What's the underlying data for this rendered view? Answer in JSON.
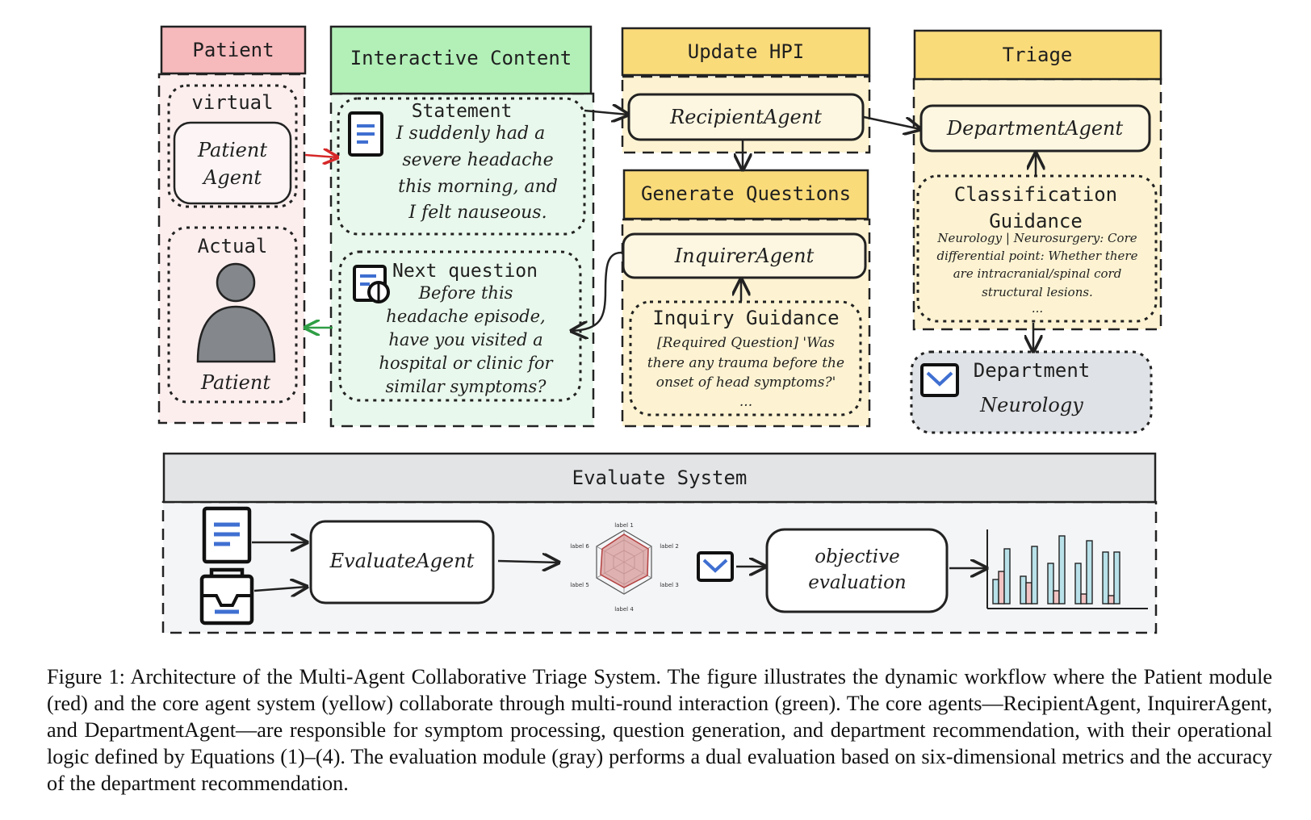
{
  "colors": {
    "patient_header": "#f6b9bc",
    "patient_bg": "#fdeeee",
    "interactive_header": "#b2f0b8",
    "interactive_bg": "#e9f8ec",
    "hpi_header": "#fadb7a",
    "hpi_bg": "#fdf3d2",
    "department_box_bg": "#dfe2e6",
    "evaluate_header": "#e2e4e6",
    "evaluate_bg": "#f4f5f7",
    "doc_icon_blue": "#3f6fd1",
    "arrow_red": "#d62828",
    "arrow_green": "#2f9e44"
  },
  "patient": {
    "header": "Patient",
    "virtual_label": "virtual",
    "agent_line1": "Patient",
    "agent_line2": "Agent",
    "actual_label": "Actual",
    "actual_name": "Patient",
    "person_icon": "person-icon"
  },
  "interactive": {
    "header": "Interactive Content",
    "statement_title": "Statement",
    "statement_lines": [
      "I suddenly had a",
      "severe headache",
      "this morning, and",
      "I felt nauseous."
    ],
    "question_title": "Next question",
    "question_lines": [
      "Before this",
      "headache episode,",
      "have you visited a",
      "hospital or clinic for",
      "similar symptoms?"
    ],
    "statement_icon": "document-icon",
    "question_icon": "document-search-icon"
  },
  "hpi": {
    "header": "Update HPI",
    "recipient_agent": "RecipientAgent",
    "generate_header": "Generate Questions",
    "inquirer_agent": "InquirerAgent",
    "guidance_title": "Inquiry Guidance",
    "guidance_lines": [
      "[Required Question] 'Was",
      "there any trauma before the",
      "onset of head symptoms?'",
      "..."
    ]
  },
  "triage": {
    "header": "Triage",
    "department_agent": "DepartmentAgent",
    "classification_title_1": "Classification",
    "classification_title_2": "Guidance",
    "classification_lines": [
      "Neurology | Neurosurgery: Core",
      "differential point: Whether there",
      "are intracranial/spinal cord",
      "structural lesions.",
      "..."
    ],
    "department_label": "Department",
    "department_value": "Neurology",
    "mail_icon": "mail-icon"
  },
  "evaluate": {
    "header": "Evaluate System",
    "agent": "EvaluateAgent",
    "objective_line1": "objective",
    "objective_line2": "evaluation",
    "radar_labels": [
      "label 1",
      "label 2",
      "label 3",
      "label 4",
      "label 5",
      "label 6"
    ],
    "radar_icon": "radar-chart-icon",
    "bar_icon": "bar-chart-icon",
    "inbox_icon": "inbox-icon"
  },
  "caption": "Figure 1: Architecture of the Multi-Agent Collaborative Triage System. The figure illustrates the dynamic workflow where the Patient module (red) and the core agent system (yellow) collaborate through multi-round interaction (green). The core agents—RecipientAgent, InquirerAgent, and DepartmentAgent—are responsible for symptom processing, question generation, and department recommendation, with their operational logic defined by Equations (1)–(4). The evaluation module (gray) performs a dual evaluation based on six-dimensional metrics and the accuracy of the department recommendation."
}
